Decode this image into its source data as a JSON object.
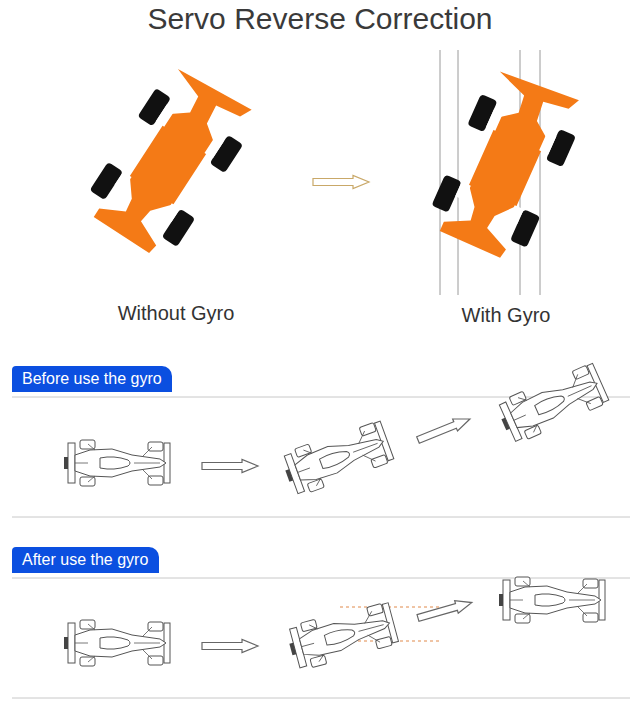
{
  "diagram": {
    "title": "Servo Reverse Correction",
    "nodes": [
      {
        "text": [
          "Before use the gyro"
        ]
      },
      {
        "text": [
          "After use the gyro"
        ]
      }
    ],
    "labels": [
      "Without Gyro",
      "With Gyro"
    ]
  }
}
